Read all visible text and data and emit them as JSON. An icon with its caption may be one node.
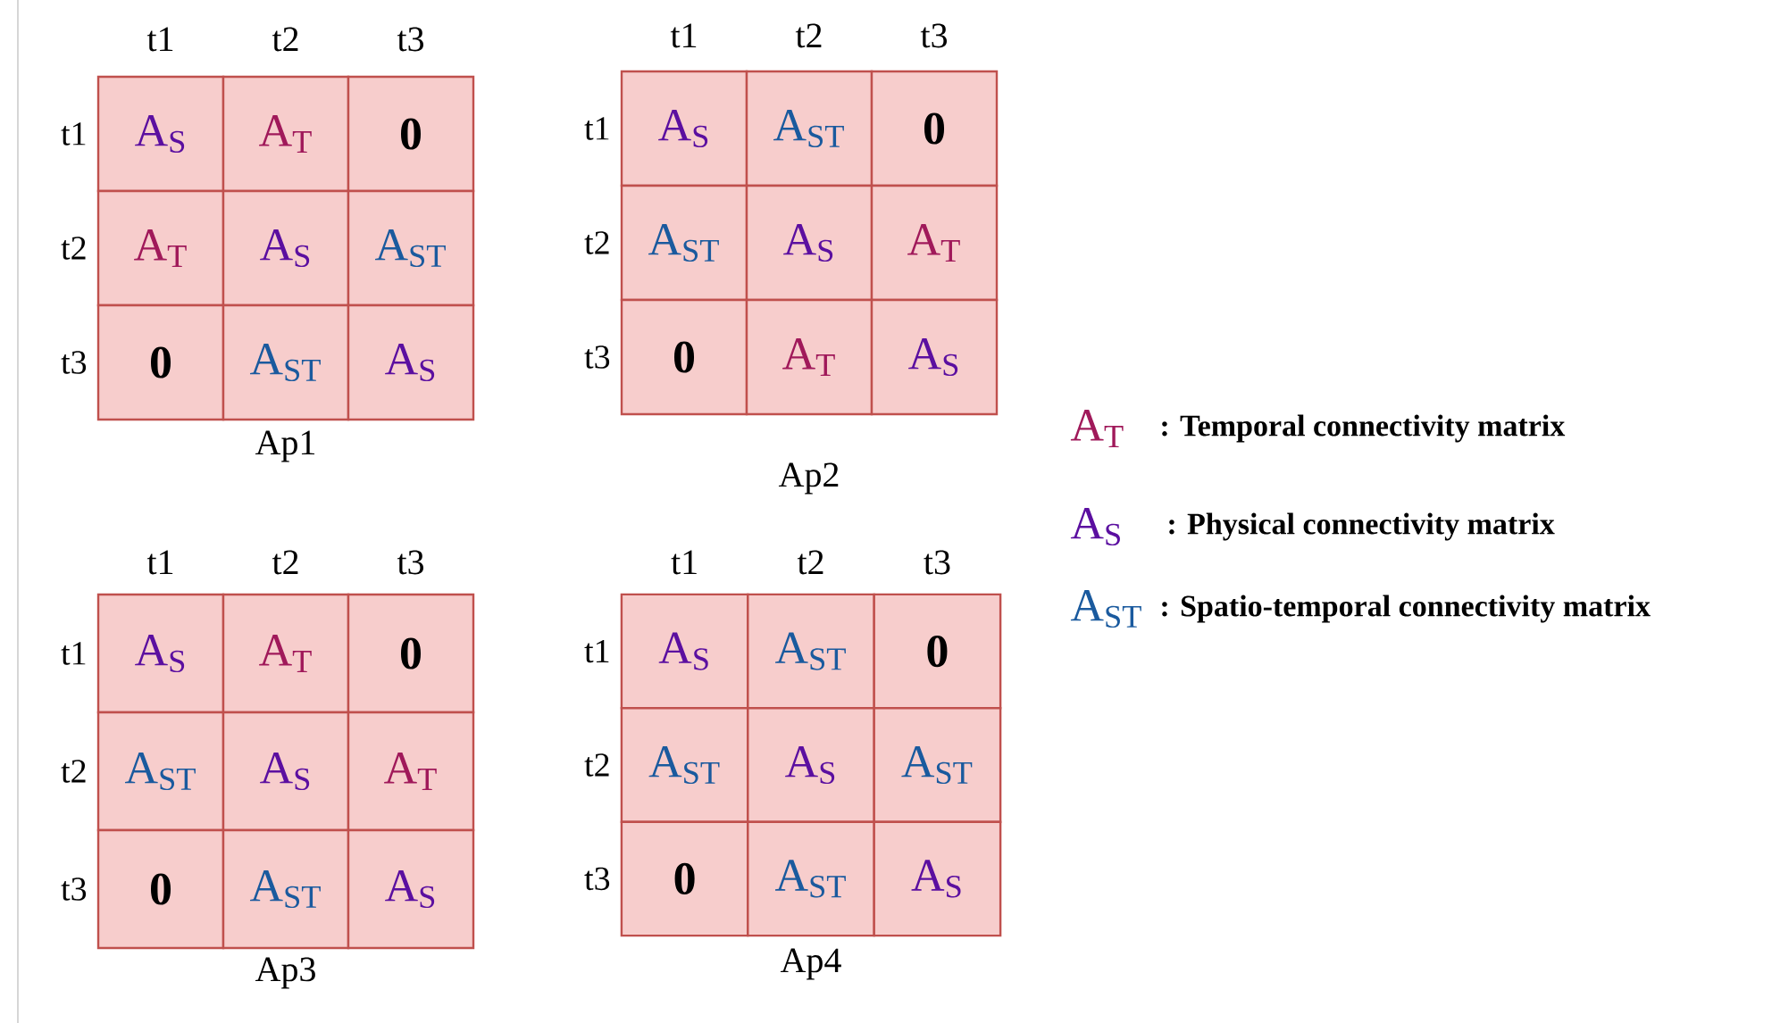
{
  "diagram": {
    "labels": [
      "t1",
      "t2",
      "t3",
      "t1",
      "A$_{S}$",
      "A$_{T}$",
      "0",
      "t2",
      "A$_{T}$",
      "A$_{S}$",
      "A$_{ST}$",
      "t3",
      "0",
      "A$_{ST}$",
      "A$_{S}$",
      "Ap1",
      "t1",
      "t2",
      "t3",
      "t1",
      "A$_{S}$",
      "A$_{ST}$",
      "0",
      "t2",
      "A$_{ST}$",
      "A$_{S}$",
      "A$_{T}$",
      "t3",
      "0",
      "A$_{T}$",
      "A$_{S}$",
      "Ap2",
      "t1",
      "t2",
      "t3",
      "t1",
      "A$_{S}$",
      "A$_{T}$",
      "0",
      "t2",
      "A$_{ST}$",
      "A$_{S}$",
      "A$_{T}$",
      "t3",
      "0",
      "A$_{ST}$",
      "A$_{S}$",
      "Ap3",
      "t1",
      "t2",
      "t3",
      "t1",
      "A$_{S}$",
      "A$_{ST}$",
      "0",
      "t2",
      "A$_{ST}$",
      "A$_{S}$",
      "A$_{ST}$",
      "t3",
      "0",
      "A$_{ST}$",
      "A$_{S}$",
      "Ap4",
      "A$_{T}$",
      "A$_{S}$",
      "A$_{ST}$"
    ],
    "legend": [
      {
        "text": ": Temporal connectivity matrix"
      },
      {
        "text": ": Physical connectivity matrix"
      },
      {
        "text": ": Spatio-temporal connectivity matrix"
      }
    ]
  }
}
